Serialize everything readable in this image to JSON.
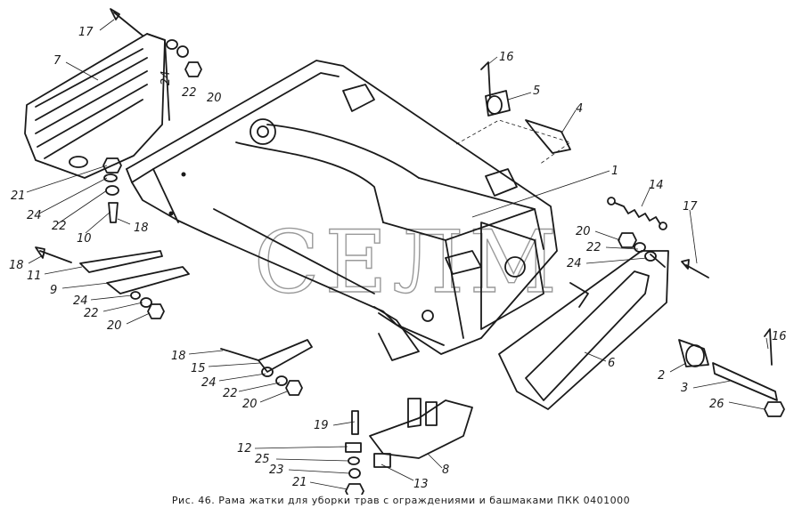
{
  "caption": "Рис. 46. Рама жатки для уборки трав с ограждениями и башмаками ПКК 0401000",
  "watermark": "СЕЛМ",
  "callouts": [
    {
      "id": "c17a",
      "text": "17"
    },
    {
      "id": "c7",
      "text": "7"
    },
    {
      "id": "c24a",
      "text": "24"
    },
    {
      "id": "c22a",
      "text": "22"
    },
    {
      "id": "c20a",
      "text": "20"
    },
    {
      "id": "c21a",
      "text": "21"
    },
    {
      "id": "c24b",
      "text": "24"
    },
    {
      "id": "c22b",
      "text": "22"
    },
    {
      "id": "c10",
      "text": "10"
    },
    {
      "id": "c18a",
      "text": "18"
    },
    {
      "id": "c18b",
      "text": "18"
    },
    {
      "id": "c11",
      "text": "11"
    },
    {
      "id": "c9",
      "text": "9"
    },
    {
      "id": "c24c",
      "text": "24"
    },
    {
      "id": "c22c",
      "text": "22"
    },
    {
      "id": "c20b",
      "text": "20"
    },
    {
      "id": "c18c",
      "text": "18"
    },
    {
      "id": "c15",
      "text": "15"
    },
    {
      "id": "c24d",
      "text": "24"
    },
    {
      "id": "c22d",
      "text": "22"
    },
    {
      "id": "c20c",
      "text": "20"
    },
    {
      "id": "c16a",
      "text": "16"
    },
    {
      "id": "c5",
      "text": "5"
    },
    {
      "id": "c4",
      "text": "4"
    },
    {
      "id": "c1",
      "text": "1"
    },
    {
      "id": "c14",
      "text": "14"
    },
    {
      "id": "c17b",
      "text": "17"
    },
    {
      "id": "c20d",
      "text": "20"
    },
    {
      "id": "c22e",
      "text": "22"
    },
    {
      "id": "c24e",
      "text": "24"
    },
    {
      "id": "c16b",
      "text": "16"
    },
    {
      "id": "c2",
      "text": "2"
    },
    {
      "id": "c3",
      "text": "3"
    },
    {
      "id": "c26",
      "text": "26"
    },
    {
      "id": "c6",
      "text": "6"
    },
    {
      "id": "c19",
      "text": "19"
    },
    {
      "id": "c12",
      "text": "12"
    },
    {
      "id": "c25",
      "text": "25"
    },
    {
      "id": "c23",
      "text": "23"
    },
    {
      "id": "c21b",
      "text": "21"
    },
    {
      "id": "c8",
      "text": "8"
    },
    {
      "id": "c13",
      "text": "13"
    }
  ]
}
